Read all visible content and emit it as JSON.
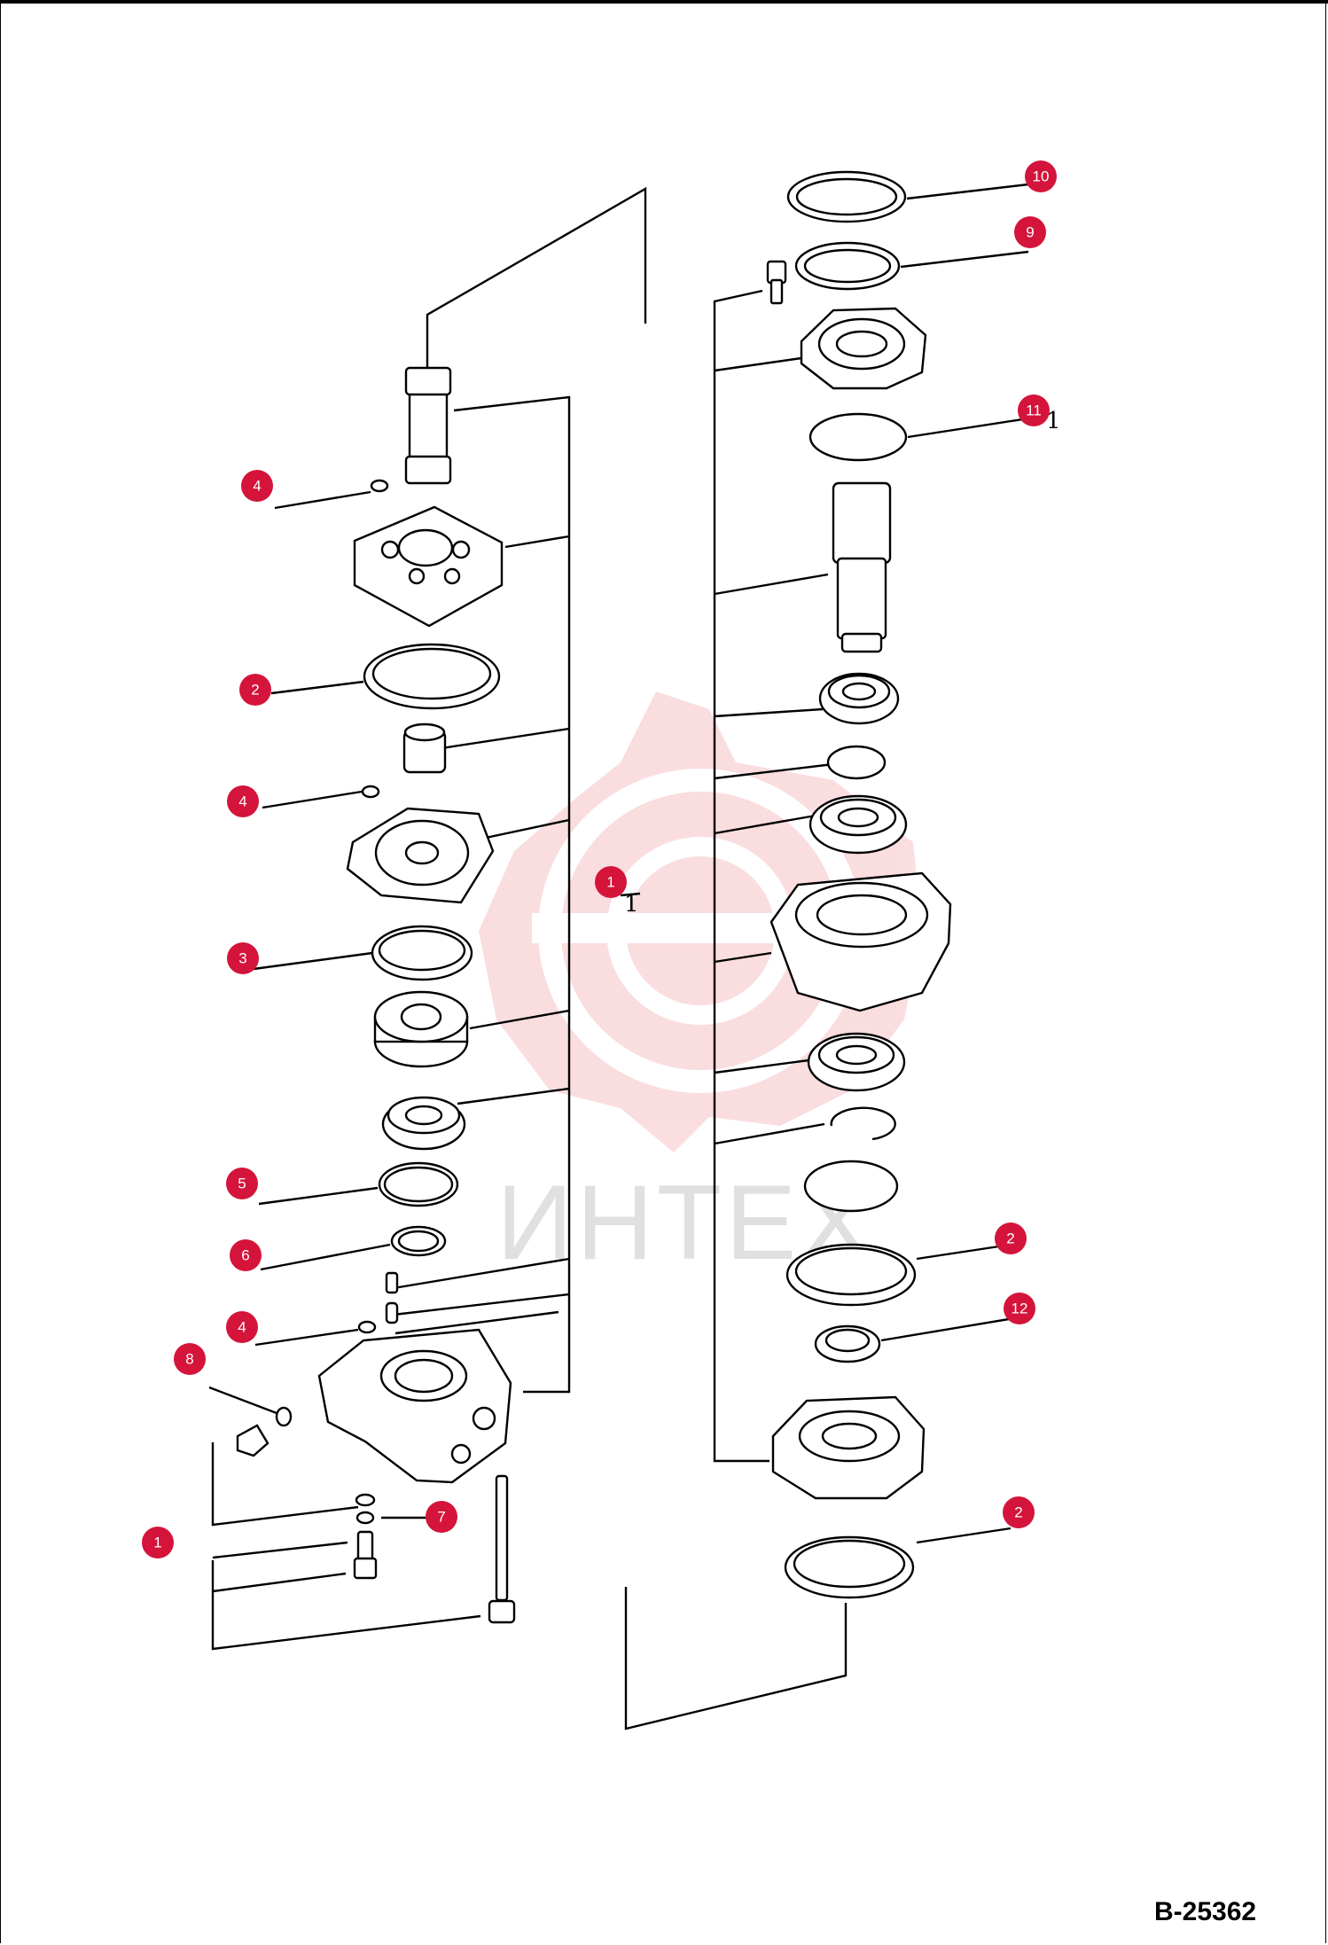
{
  "drawing_code": "B-25362",
  "watermark": {
    "text": "ИНТЕХ",
    "color": "#f7c3c6"
  },
  "callout_color": "#d4143a",
  "callouts": [
    {
      "id": "cal-4a",
      "label": "4"
    },
    {
      "id": "cal-2a",
      "label": "2"
    },
    {
      "id": "cal-4b",
      "label": "4"
    },
    {
      "id": "cal-1a",
      "label": "1"
    },
    {
      "id": "cal-3",
      "label": "3"
    },
    {
      "id": "cal-5",
      "label": "5"
    },
    {
      "id": "cal-6",
      "label": "6"
    },
    {
      "id": "cal-4c",
      "label": "4"
    },
    {
      "id": "cal-8",
      "label": "8"
    },
    {
      "id": "cal-7",
      "label": "7"
    },
    {
      "id": "cal-1b",
      "label": "1"
    },
    {
      "id": "cal-10",
      "label": "10"
    },
    {
      "id": "cal-9",
      "label": "9"
    },
    {
      "id": "cal-11",
      "label": "11"
    },
    {
      "id": "cal-2b",
      "label": "2"
    },
    {
      "id": "cal-12",
      "label": "12"
    },
    {
      "id": "cal-2c",
      "label": "2"
    }
  ]
}
